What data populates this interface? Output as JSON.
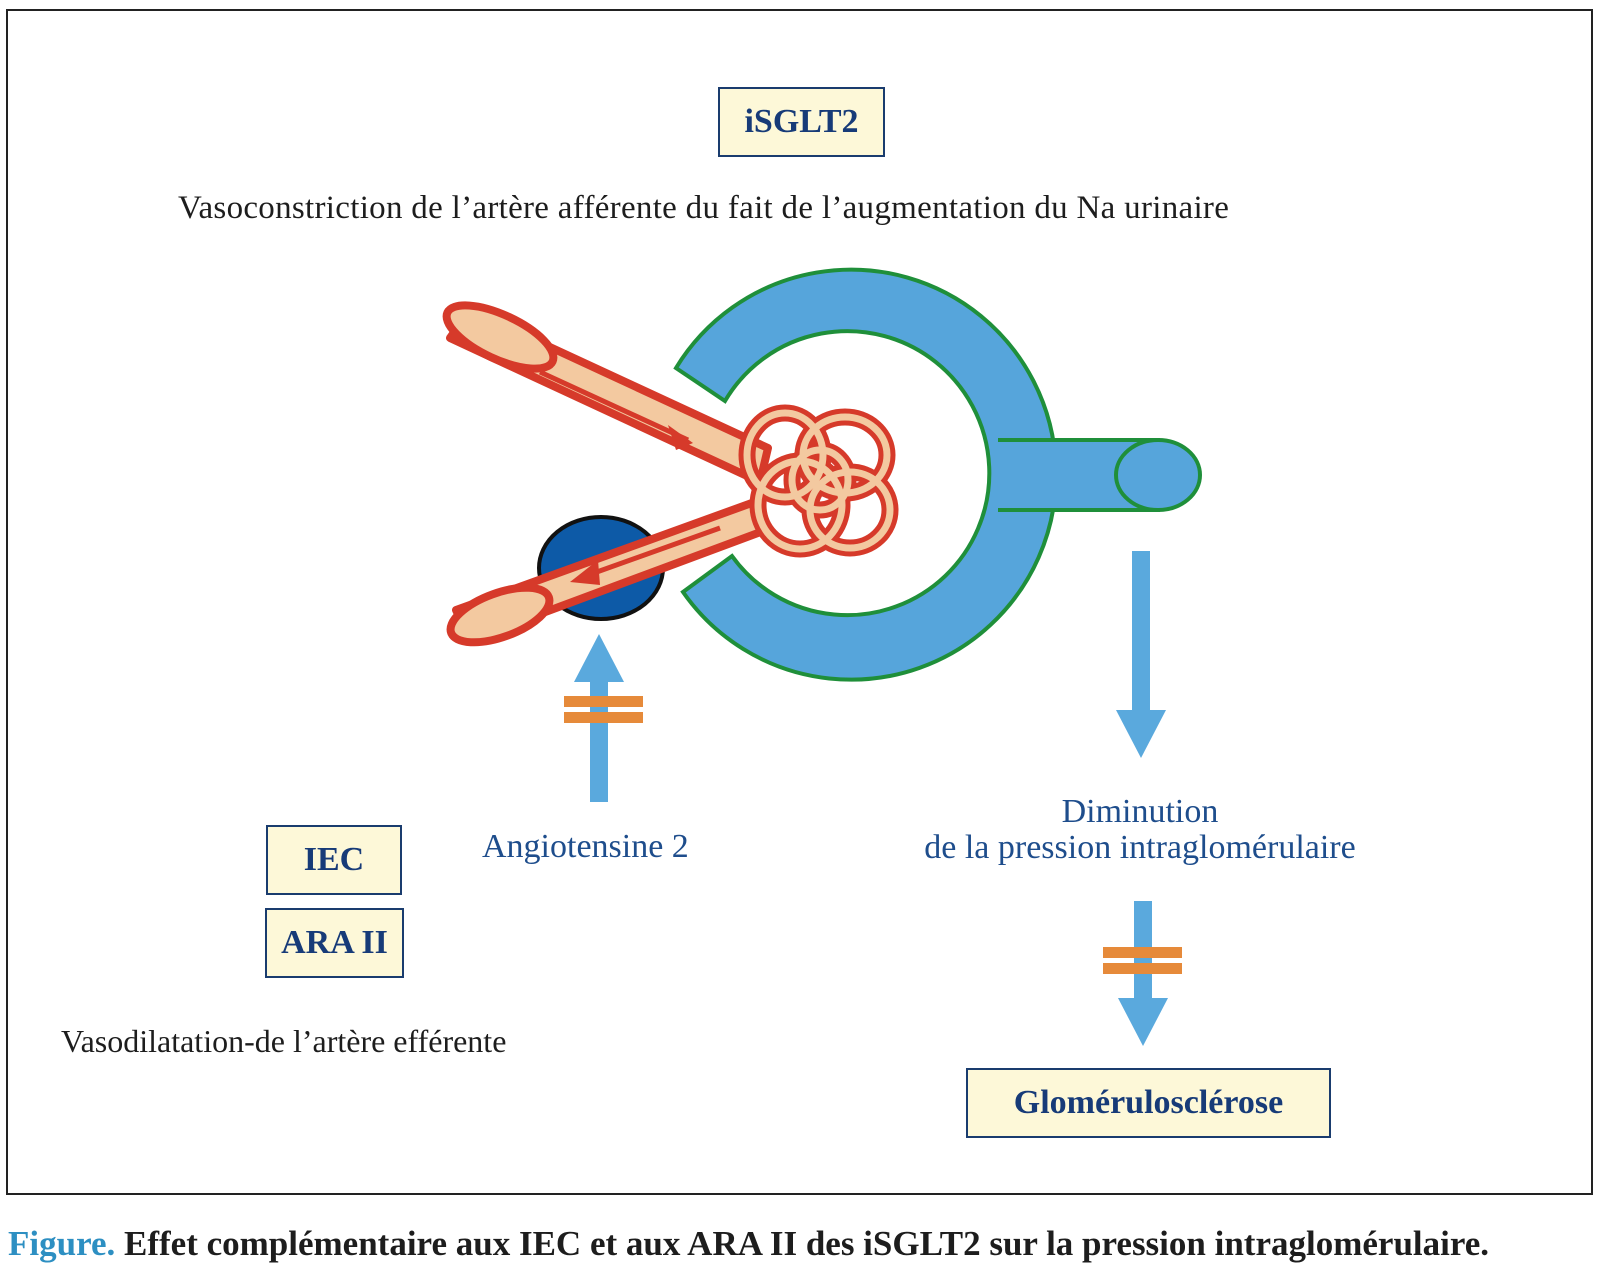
{
  "labels": {
    "isglt2": "iSGLT2",
    "isglt2_text": "Vasoconstriction de l’artère afférente du fait de l’augmentation du Na urinaire",
    "iec": "IEC",
    "ara": "ARA II",
    "angiotensine": "Angiotensine 2",
    "vasodilatation": "Vasodilatation-de l’artère efférente",
    "diminution_line1": "Diminution",
    "diminution_line2": "de la pression intraglomérulaire",
    "glomerulosclerose": "Glomérulosclérose"
  },
  "caption": {
    "label": "Figure.",
    "text": "Effet complémentaire aux IEC et aux ARA II des iSGLT2 sur la pression intraglomérulaire."
  },
  "colors": {
    "capsule_blue": "#56a5db",
    "capsule_outline": "#1f8f3a",
    "artery_fill": "#f3c9a0",
    "artery_outline": "#d63a2a",
    "macula_blue": "#0d5aa7",
    "arrow_blue": "#5aa9dd",
    "block_orange": "#e68a3a",
    "box_fill": "#fdf8d8",
    "box_text": "#173b78"
  }
}
